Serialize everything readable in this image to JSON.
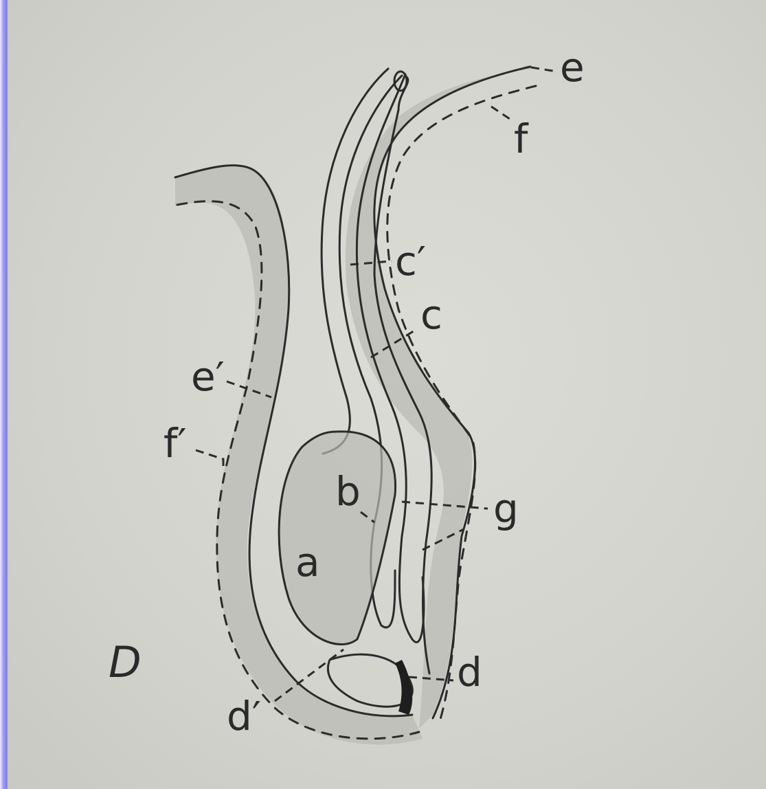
{
  "labels": {
    "e": "e",
    "f": "f",
    "c_prime": "c′",
    "c": "c",
    "e_prime": "e′",
    "f_prime": "f′",
    "b": "b",
    "g": "g",
    "a": "a",
    "d_right": "d",
    "d_prime": "d′",
    "D": "D"
  }
}
